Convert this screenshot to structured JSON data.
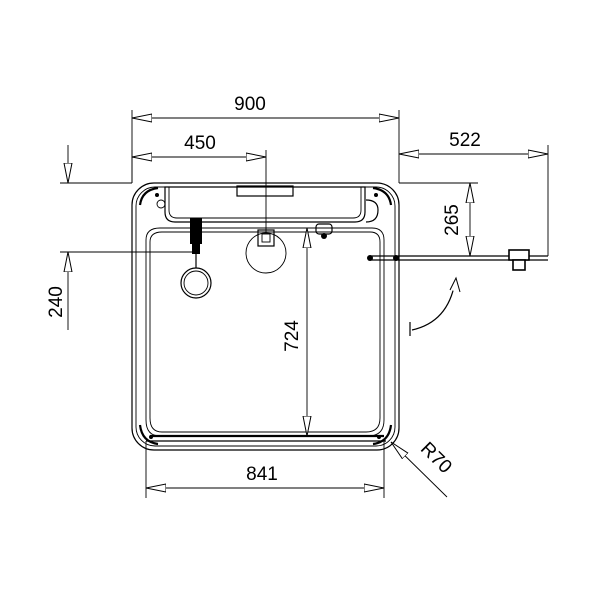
{
  "drawing": {
    "dimensions": {
      "overall_width": "900",
      "half_width": "450",
      "side_offset": "522",
      "depth_offset": "265",
      "left_height": "240",
      "bowl_depth": "724",
      "bowl_width": "841",
      "corner_radius": "R70"
    }
  }
}
